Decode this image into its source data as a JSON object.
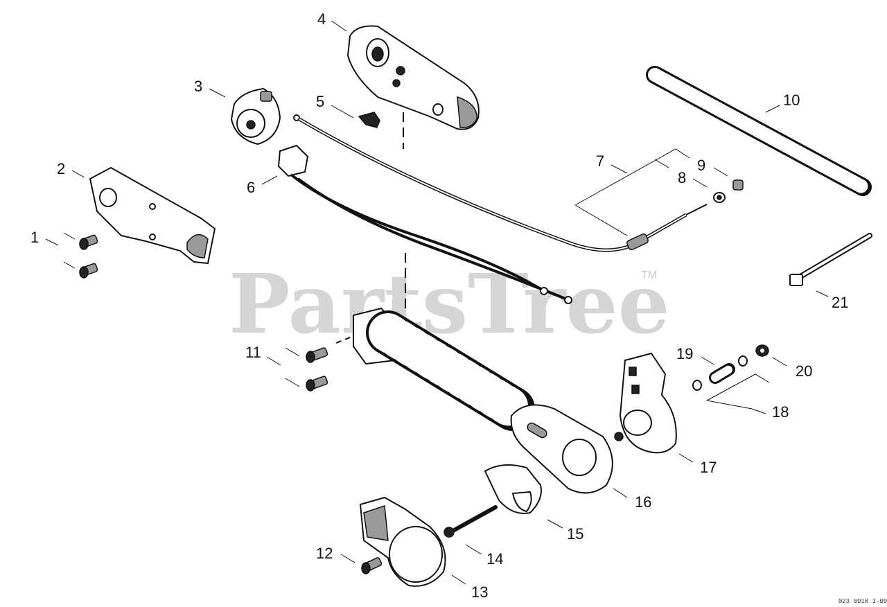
{
  "watermark": {
    "text": "PartsTree",
    "trademark": "TM"
  },
  "diagram_code": "023 0010 I-09",
  "callouts": [
    {
      "id": "1",
      "label": "1"
    },
    {
      "id": "2",
      "label": "2"
    },
    {
      "id": "3",
      "label": "3"
    },
    {
      "id": "4",
      "label": "4"
    },
    {
      "id": "5",
      "label": "5"
    },
    {
      "id": "6",
      "label": "6"
    },
    {
      "id": "7",
      "label": "7"
    },
    {
      "id": "8",
      "label": "8"
    },
    {
      "id": "9",
      "label": "9"
    },
    {
      "id": "10",
      "label": "10"
    },
    {
      "id": "11",
      "label": "11"
    },
    {
      "id": "12",
      "label": "12"
    },
    {
      "id": "13",
      "label": "13"
    },
    {
      "id": "14",
      "label": "14"
    },
    {
      "id": "15",
      "label": "15"
    },
    {
      "id": "16",
      "label": "16"
    },
    {
      "id": "17",
      "label": "17"
    },
    {
      "id": "18",
      "label": "18"
    },
    {
      "id": "19",
      "label": "19"
    },
    {
      "id": "20",
      "label": "20"
    },
    {
      "id": "21",
      "label": "21"
    }
  ]
}
